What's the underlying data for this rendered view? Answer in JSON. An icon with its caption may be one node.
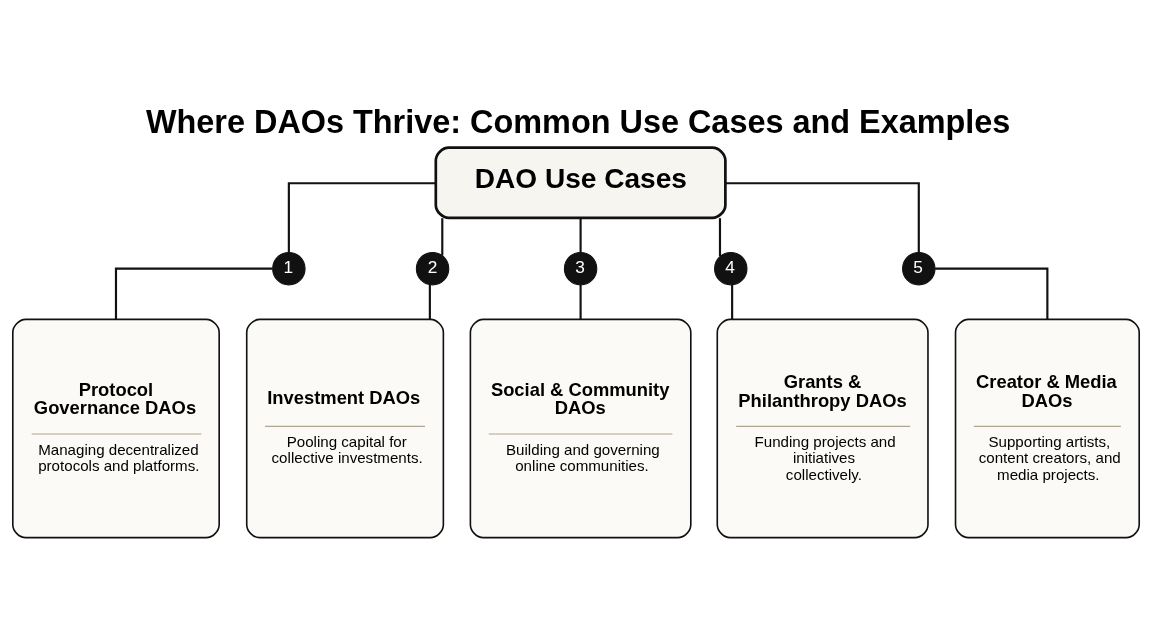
{
  "diagram": {
    "title": "Where DAOs Thrive: Common Use Cases and Examples",
    "nodes": [
      {
        "text": [
          "DAO Use Cases"
        ]
      },
      {
        "text": [
          "1"
        ]
      },
      {
        "text": [
          "2"
        ]
      },
      {
        "text": [
          "3"
        ]
      },
      {
        "text": [
          "4"
        ]
      },
      {
        "text": [
          "5"
        ]
      },
      {
        "text": [
          "Protocol Governance DAOs",
          "Managing decentralized protocols and platforms."
        ]
      },
      {
        "text": [
          "Investment DAOs",
          "Pooling capital for collective investments."
        ]
      },
      {
        "text": [
          "Social & Community DAOs",
          "Building and governing online communities."
        ]
      },
      {
        "text": [
          "Grants & Philanthropy DAOs",
          "Funding projects and initiatives collectively."
        ]
      },
      {
        "text": [
          "Creator & Media DAOs",
          "Supporting artists, content creators, and media projects."
        ]
      }
    ],
    "edges": [
      {
        "from": 0,
        "to": 1,
        "arrow": "none"
      },
      {
        "from": 0,
        "to": 2,
        "arrow": "none"
      },
      {
        "from": 0,
        "to": 3,
        "arrow": "none"
      },
      {
        "from": 0,
        "to": 4,
        "arrow": "none"
      },
      {
        "from": 0,
        "to": 5,
        "arrow": "none"
      },
      {
        "from": 1,
        "to": 6,
        "arrow": "none"
      },
      {
        "from": 2,
        "to": 7,
        "arrow": "none"
      },
      {
        "from": 3,
        "to": 8,
        "arrow": "none"
      },
      {
        "from": 4,
        "to": 9,
        "arrow": "none"
      },
      {
        "from": 5,
        "to": 10,
        "arrow": "none"
      }
    ]
  }
}
